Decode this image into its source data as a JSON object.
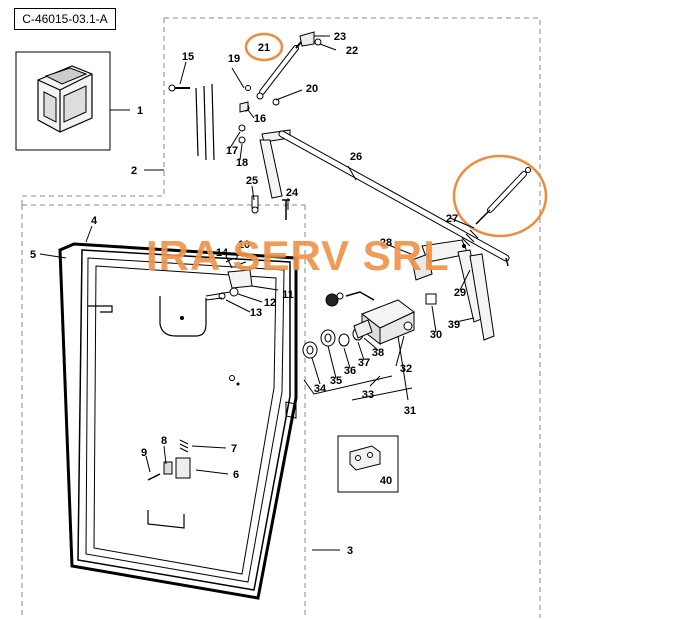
{
  "drawing_code": "C-46015-03.1-A",
  "watermark": "IRA SERV SRL",
  "colors": {
    "line": "#000000",
    "highlight": "#f08a3c",
    "watermark": "#f0934a"
  },
  "callouts": [
    {
      "id": "c1",
      "text": "1"
    },
    {
      "id": "c2",
      "text": "2"
    },
    {
      "id": "c3",
      "text": "3"
    },
    {
      "id": "c4",
      "text": "4"
    },
    {
      "id": "c5",
      "text": "5"
    },
    {
      "id": "c6",
      "text": "6"
    },
    {
      "id": "c7",
      "text": "7"
    },
    {
      "id": "c8",
      "text": "8"
    },
    {
      "id": "c9",
      "text": "9"
    },
    {
      "id": "c10",
      "text": "10"
    },
    {
      "id": "c11",
      "text": "11"
    },
    {
      "id": "c12",
      "text": "12"
    },
    {
      "id": "c13",
      "text": "13"
    },
    {
      "id": "c14",
      "text": "14"
    },
    {
      "id": "c15",
      "text": "15"
    },
    {
      "id": "c16",
      "text": "16"
    },
    {
      "id": "c17",
      "text": "17"
    },
    {
      "id": "c18",
      "text": "18"
    },
    {
      "id": "c19",
      "text": "19"
    },
    {
      "id": "c20",
      "text": "20"
    },
    {
      "id": "c21",
      "text": "21"
    },
    {
      "id": "c22",
      "text": "22"
    },
    {
      "id": "c23",
      "text": "23"
    },
    {
      "id": "c24",
      "text": "24"
    },
    {
      "id": "c25",
      "text": "25"
    },
    {
      "id": "c26",
      "text": "26"
    },
    {
      "id": "c27",
      "text": "27"
    },
    {
      "id": "c28",
      "text": "28"
    },
    {
      "id": "c29",
      "text": "29"
    },
    {
      "id": "c30",
      "text": "30"
    },
    {
      "id": "c31",
      "text": "31"
    },
    {
      "id": "c32",
      "text": "32"
    },
    {
      "id": "c33",
      "text": "33"
    },
    {
      "id": "c34",
      "text": "34"
    },
    {
      "id": "c35",
      "text": "35"
    },
    {
      "id": "c36",
      "text": "36"
    },
    {
      "id": "c37",
      "text": "37"
    },
    {
      "id": "c38",
      "text": "38"
    },
    {
      "id": "c39",
      "text": "39"
    },
    {
      "id": "c40",
      "text": "40"
    }
  ]
}
